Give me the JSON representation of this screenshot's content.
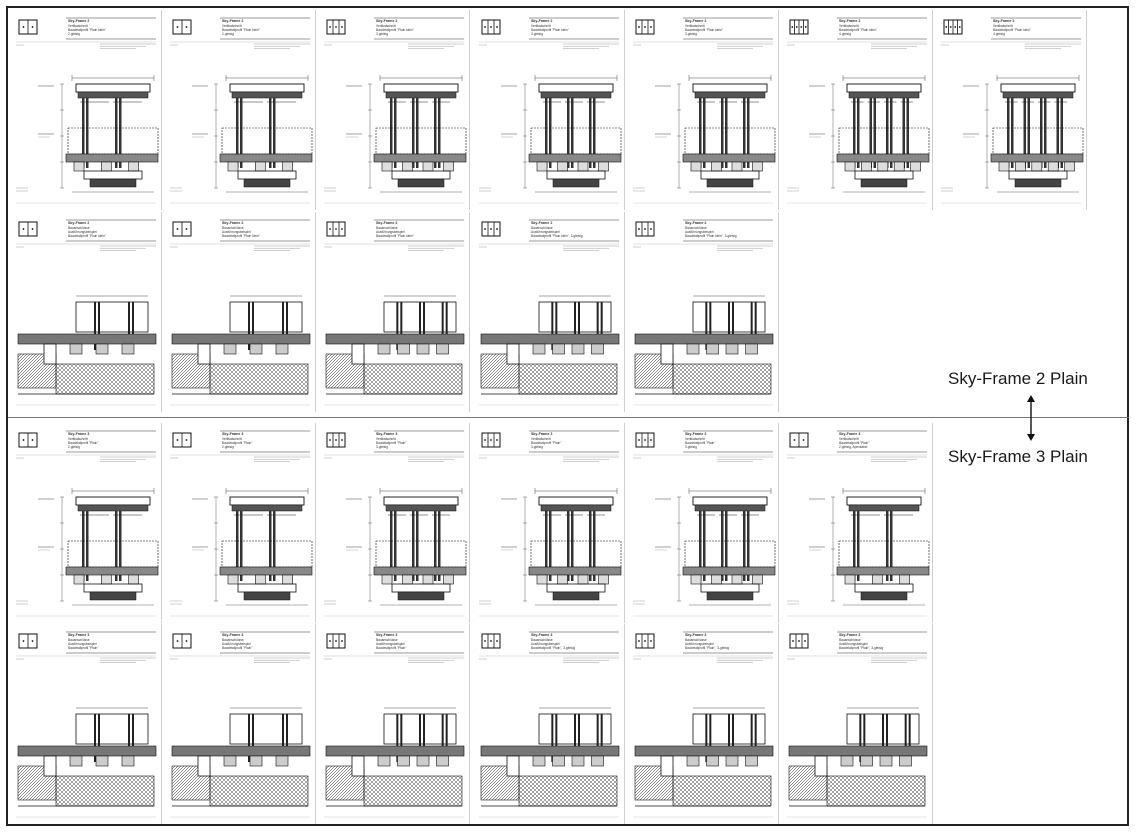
{
  "labels": {
    "series_top": "Sky-Frame 2 Plain",
    "series_bottom": "Sky-Frame 3 Plain"
  },
  "sheets": [
    {
      "row": 0,
      "col": 0,
      "name": "Sky-Frame 2",
      "title": "Vertikalschnitt\nBaudetailprofil \"Plain klein\"\n2-gleisig",
      "panes": 2,
      "kind": "section"
    },
    {
      "row": 0,
      "col": 1,
      "name": "Sky-Frame 2",
      "title": "Vertikalschnitt\nBaudetailprofil \"Plain klein\"\n2-gleisig",
      "panes": 2,
      "kind": "section"
    },
    {
      "row": 0,
      "col": 2,
      "name": "Sky-Frame 2",
      "title": "Vertikalschnitt\nBaudetailprofil \"Plain klein\"\n3-gleisig",
      "panes": 3,
      "kind": "section"
    },
    {
      "row": 0,
      "col": 3,
      "name": "Sky-Frame 2",
      "title": "Vertikalschnitt\nBaudetailprofil \"Plain klein\"\n3-gleisig",
      "panes": 3,
      "kind": "section"
    },
    {
      "row": 0,
      "col": 4,
      "name": "Sky-Frame 2",
      "title": "Vertikalschnitt\nBaudetailprofil \"Plain klein\"\n3-gleisig",
      "panes": 3,
      "kind": "section"
    },
    {
      "row": 0,
      "col": 5,
      "name": "Sky-Frame 2",
      "title": "Vertikalschnitt\nBaudetailprofil \"Plain klein\"\n4-gleisig",
      "panes": 4,
      "kind": "section"
    },
    {
      "row": 0,
      "col": 6,
      "name": "Sky-Frame 2",
      "title": "Vertikalschnitt\nBaudetailprofil \"Plain klein\"\n4-gleisig",
      "panes": 4,
      "kind": "section"
    },
    {
      "row": 1,
      "col": 0,
      "name": "Sky-Frame 2",
      "title": "Bauanschlüsse\nAusführungsbeispiel\nBaudetailprofil \"Plain klein\"",
      "panes": 2,
      "kind": "detail"
    },
    {
      "row": 1,
      "col": 1,
      "name": "Sky-Frame 2",
      "title": "Bauanschlüsse\nAusführungsbeispiel\nBaudetailprofil \"Plain klein\"",
      "panes": 2,
      "kind": "detail"
    },
    {
      "row": 1,
      "col": 2,
      "name": "Sky-Frame 2",
      "title": "Bauanschlüsse\nAusführungsbeispiel\nBaudetailprofil \"Plain klein\"",
      "panes": 3,
      "kind": "detail"
    },
    {
      "row": 1,
      "col": 3,
      "name": "Sky-Frame 2",
      "title": "Bauanschlüsse\nAusführungsbeispiel\nBaudetailprofil \"Plain klein\", 3-gleisig",
      "panes": 3,
      "kind": "detail"
    },
    {
      "row": 1,
      "col": 4,
      "name": "Sky-Frame 2",
      "title": "Bauanschlüsse\nAusführungsbeispiel\nBaudetailprofil \"Plain klein\", 3-gleisig",
      "panes": 3,
      "kind": "detail"
    },
    {
      "row": 2,
      "col": 0,
      "name": "Sky-Frame 3",
      "title": "Vertikalschnitt\nBaudetailprofil \"Plain\"\n2-gleisig",
      "panes": 2,
      "kind": "section"
    },
    {
      "row": 2,
      "col": 1,
      "name": "Sky-Frame 3",
      "title": "Vertikalschnitt\nBaudetailprofil \"Plain\"\n2-gleisig",
      "panes": 2,
      "kind": "section"
    },
    {
      "row": 2,
      "col": 2,
      "name": "Sky-Frame 3",
      "title": "Vertikalschnitt\nBaudetailprofil \"Plain\"\n3-gleisig",
      "panes": 3,
      "kind": "section"
    },
    {
      "row": 2,
      "col": 3,
      "name": "Sky-Frame 3",
      "title": "Vertikalschnitt\nBaudetailprofil \"Plain\"\n3-gleisig",
      "panes": 3,
      "kind": "section"
    },
    {
      "row": 2,
      "col": 4,
      "name": "Sky-Frame 3",
      "title": "Vertikalschnitt\nBaudetailprofil \"Plain\"\n3-gleisig",
      "panes": 3,
      "kind": "section"
    },
    {
      "row": 2,
      "col": 5,
      "name": "Sky-Frame 3",
      "title": "Vertikalschnitt\nBaudetailprofil \"Plain\"\n2-gleisig, Apexsäbel",
      "panes": 2,
      "kind": "section"
    },
    {
      "row": 3,
      "col": 0,
      "name": "Sky-Frame 3",
      "title": "Bauanschlüsse\nAusführungsbeispiel\nBaudetailprofil \"Plain\"",
      "panes": 2,
      "kind": "detail"
    },
    {
      "row": 3,
      "col": 1,
      "name": "Sky-Frame 3",
      "title": "Bauanschlüsse\nAusführungsbeispiel\nBaudetailprofil \"Plain\"",
      "panes": 2,
      "kind": "detail"
    },
    {
      "row": 3,
      "col": 2,
      "name": "Sky-Frame 3",
      "title": "Bauanschlüsse\nAusführungsbeispiel\nBaudetailprofil \"Plain\"",
      "panes": 3,
      "kind": "detail"
    },
    {
      "row": 3,
      "col": 3,
      "name": "Sky-Frame 3",
      "title": "Bauanschlüsse\nAusführungsbeispiel\nBaudetailprofil \"Plain\", 3-gleisig",
      "panes": 3,
      "kind": "detail"
    },
    {
      "row": 3,
      "col": 4,
      "name": "Sky-Frame 3",
      "title": "Bauanschlüsse\nAusführungsbeispiel\nBaudetailprofil \"Plain\", 3-gleisig",
      "panes": 3,
      "kind": "detail"
    },
    {
      "row": 3,
      "col": 5,
      "name": "Sky-Frame 3",
      "title": "Bauanschlüsse\nAusführungsbeispiel\nBaudetailprofil \"Plain\", 3-gleisig",
      "panes": 3,
      "kind": "detail"
    }
  ]
}
